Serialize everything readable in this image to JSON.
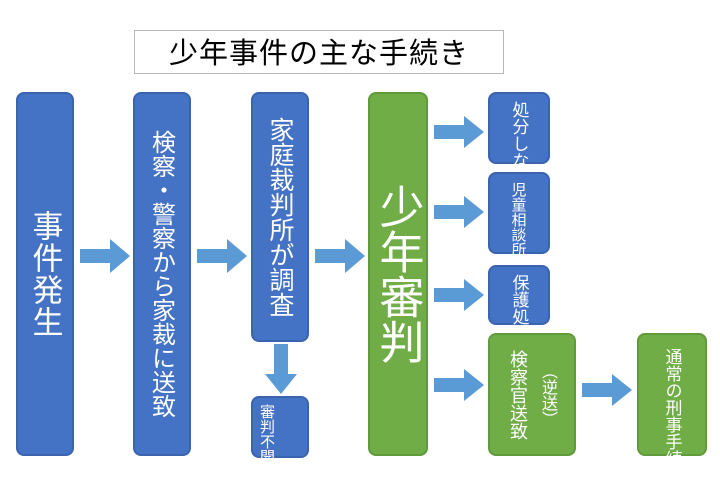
{
  "title": "少年事件の主な手続き",
  "nodes": {
    "incident": "事件発生",
    "police_referral": "検察・警察から家裁に送致",
    "court_investigation": "家庭裁判所が調査",
    "no_hearing": "審判不開始",
    "juvenile_hearing": "少年審判",
    "no_disposition": "処分しない",
    "child_guidance": "児童相談所等",
    "protective_disposition": "保護処分",
    "prosecutor_referral": "検察官送致",
    "prosecutor_referral_note": "（逆送）",
    "criminal_procedure": "通常の刑事手続きへ"
  },
  "colors": {
    "blue": "#4472c4",
    "green": "#70ad47",
    "arrow": "#5b9bd5"
  }
}
